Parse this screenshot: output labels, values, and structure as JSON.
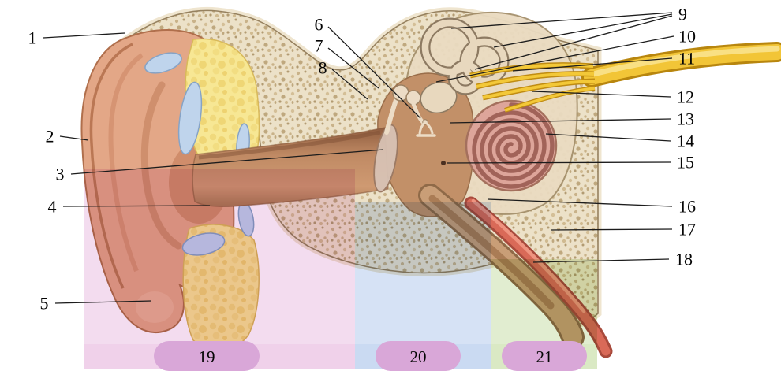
{
  "figure": {
    "type": "anatomy-diagram",
    "subject": "ear cross-section"
  },
  "callouts": {
    "left": [
      "1",
      "2",
      "3",
      "4",
      "5"
    ],
    "top": [
      "6",
      "7",
      "8"
    ],
    "right": [
      "9",
      "10",
      "11",
      "12",
      "13",
      "14",
      "15",
      "16",
      "17",
      "18"
    ]
  },
  "regions": [
    {
      "label": "19"
    },
    {
      "label": "20"
    },
    {
      "label": "21"
    }
  ],
  "colors": {
    "region_outer": "#e8b9df",
    "region_middle": "#a9c3ea",
    "region_inner": "#c6dda4",
    "badge": "#d9a7d8",
    "bone_base": "#ece1c8",
    "skin": "#e3a787",
    "fat": "#f7e794",
    "cartilage": "#bfd4ec",
    "cochlea": "#dda59a",
    "nerve": "#f2c537",
    "muscle": "#d96a58"
  }
}
